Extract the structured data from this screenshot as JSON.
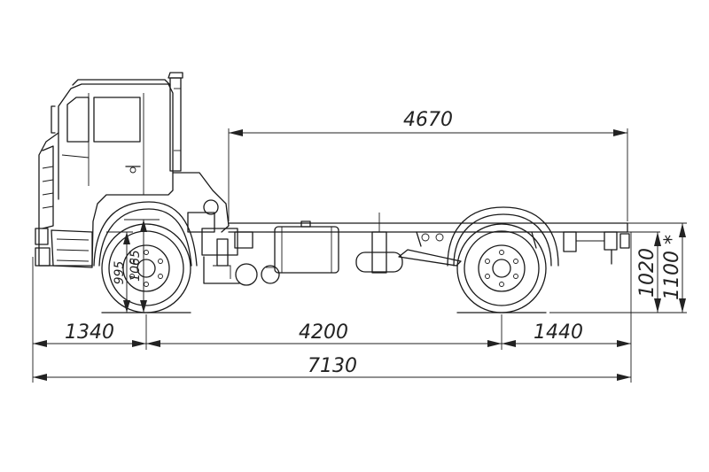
{
  "dimensions": {
    "chassis_length": "4670",
    "front_overhang": "1340",
    "wheelbase": "4200",
    "rear_overhang": "1440",
    "overall_length": "7130",
    "frame_height_a": "995",
    "frame_height_b": "1065",
    "frame_height_c": "1020",
    "frame_height_d": "1100 *"
  },
  "icons": {
    "truck": "truck-chassis-drawing"
  }
}
